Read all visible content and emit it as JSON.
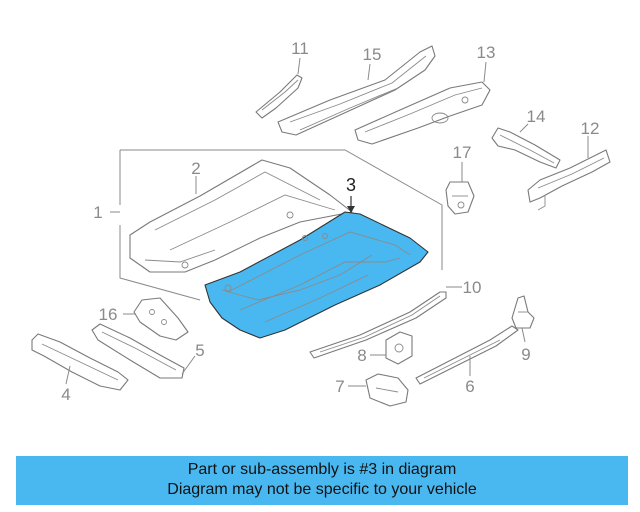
{
  "diagram": {
    "highlight_color": "#4ab8f0",
    "highlighted_callout": "3",
    "callouts": {
      "c1": "1",
      "c2": "2",
      "c3": "3",
      "c4": "4",
      "c5": "5",
      "c6": "6",
      "c7": "7",
      "c8": "8",
      "c9": "9",
      "c10": "10",
      "c11": "11",
      "c12": "12",
      "c13": "13",
      "c14": "14",
      "c15": "15",
      "c16": "16",
      "c17": "17"
    }
  },
  "banner": {
    "line1": "Part or sub-assembly is #3 in diagram",
    "line2": "Diagram may not be specific to your vehicle"
  }
}
